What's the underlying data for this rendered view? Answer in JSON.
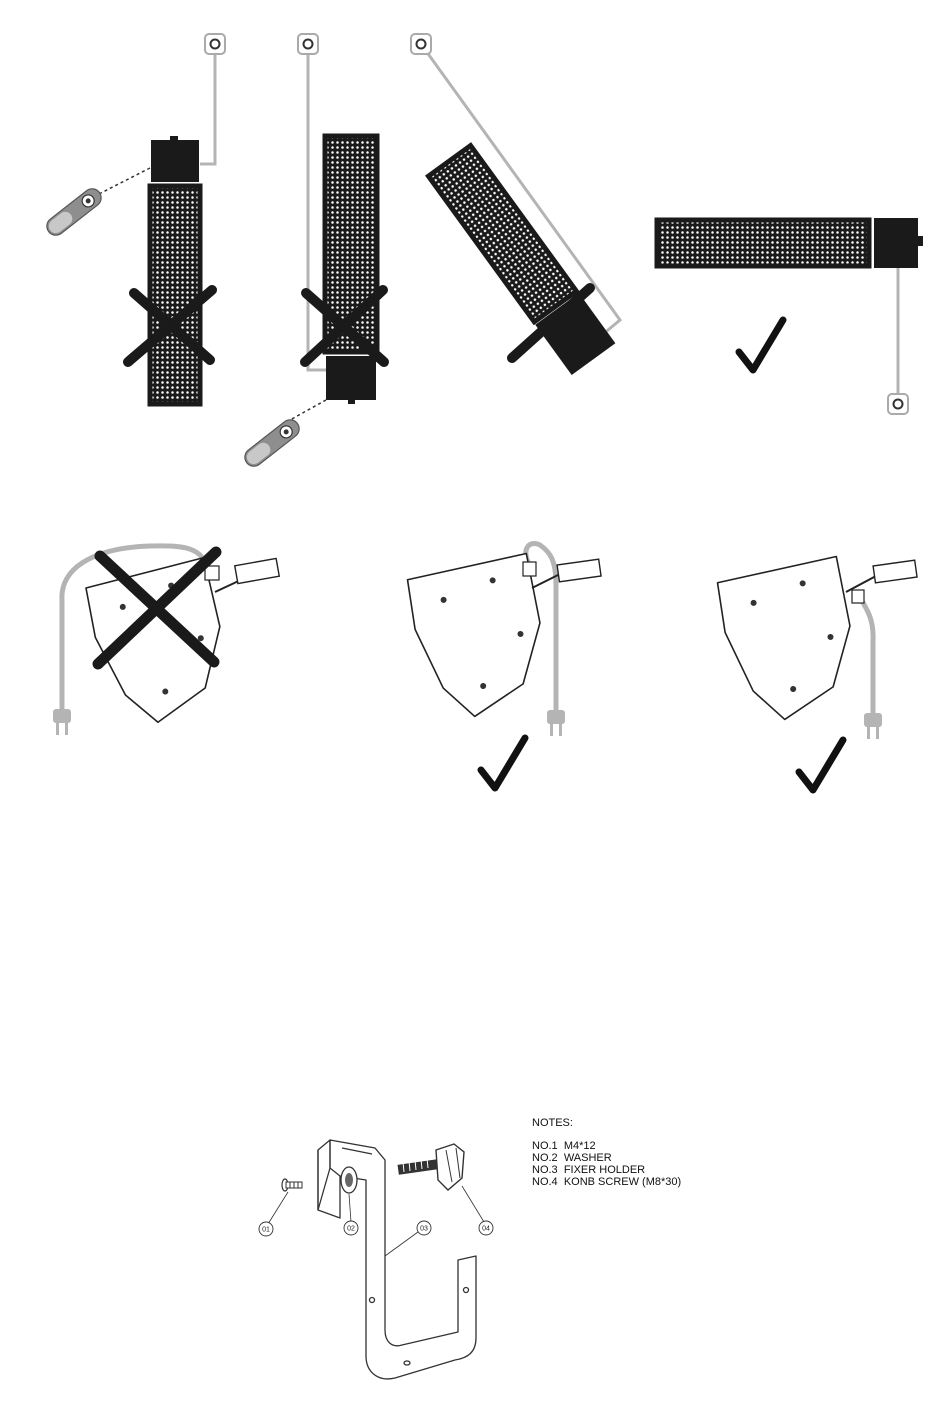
{
  "notes": {
    "title": "NOTES:",
    "items": [
      {
        "no": "NO.1",
        "desc": "M4*12"
      },
      {
        "no": "NO.2",
        "desc": "WASHER"
      },
      {
        "no": "NO.3",
        "desc": "FIXER HOLDER"
      },
      {
        "no": "NO.4",
        "desc": "KONB SCREW (M8*30)"
      }
    ]
  },
  "part_labels": [
    "01",
    "02",
    "03",
    "04"
  ],
  "colors": {
    "heater_body": "#1a1a1a",
    "mesh_dot": "#ffffff",
    "cable": "#b4b4b4",
    "line": "#222222"
  }
}
